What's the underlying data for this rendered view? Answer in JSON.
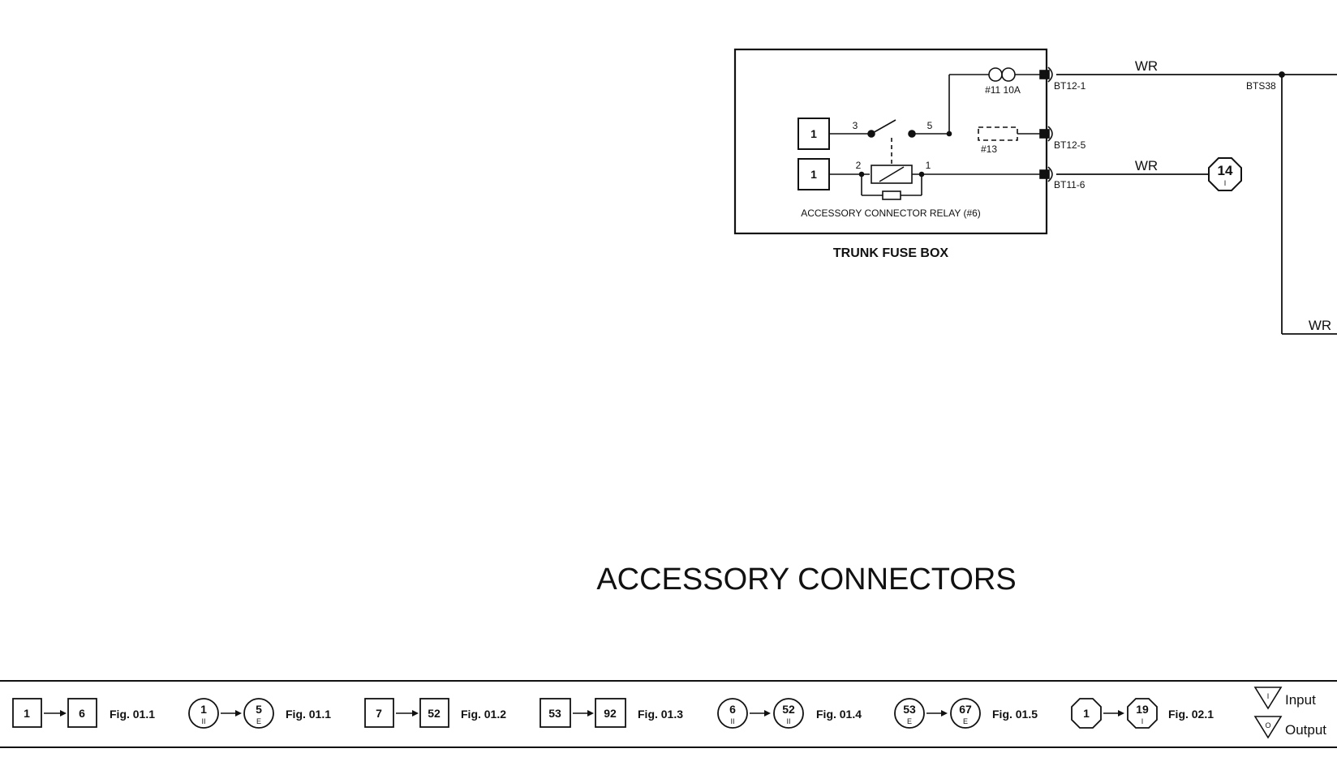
{
  "fuse_box": {
    "title": "TRUNK FUSE BOX",
    "relay_label": "ACCESSORY CONNECTOR RELAY (#6)",
    "fuse11_label": "#11 10A",
    "fuse13_label": "#13",
    "source_refs": [
      "1",
      "1"
    ],
    "relay_pins": [
      "3",
      "5",
      "2",
      "1"
    ],
    "connectors": [
      "BT12-1",
      "BT12-5",
      "BT11-6"
    ]
  },
  "wires": {
    "wr_top": "WR",
    "wr_mid": "WR",
    "wr_right": "WR",
    "splice": "BTS38"
  },
  "ref_14": {
    "number": "14",
    "sub": "I"
  },
  "page_title": "ACCESSORY CONNECTORS",
  "legend": {
    "groups": [
      {
        "from": "1",
        "from_sub": "",
        "to": "6",
        "to_sub": "",
        "fig": "Fig. 01.1"
      },
      {
        "from": "1",
        "from_sub": "II",
        "to": "5",
        "to_sub": "E",
        "fig": "Fig. 01.1"
      },
      {
        "from": "7",
        "from_sub": "",
        "to": "52",
        "to_sub": "",
        "fig": "Fig. 01.2"
      },
      {
        "from": "53",
        "from_sub": "",
        "to": "92",
        "to_sub": "",
        "fig": "Fig. 01.3"
      },
      {
        "from": "6",
        "from_sub": "II",
        "to": "52",
        "to_sub": "II",
        "fig": "Fig. 01.4"
      },
      {
        "from": "53",
        "from_sub": "E",
        "to": "67",
        "to_sub": "E",
        "fig": "Fig. 01.5"
      },
      {
        "from": "1",
        "from_sub": "",
        "to": "19",
        "to_sub": "I",
        "fig": "Fig. 02.1"
      }
    ],
    "input_label": "Input",
    "output_label": "Output",
    "input_symbol": "I",
    "output_symbol": "O"
  }
}
